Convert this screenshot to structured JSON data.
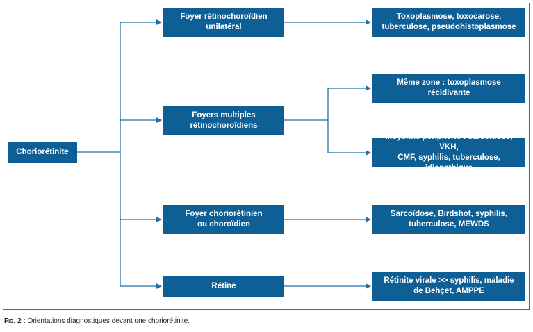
{
  "diagram": {
    "root": {
      "label": "Choriorétinite"
    },
    "level1": [
      {
        "label": "Foyer rétinochoroïdien\nunilatéral"
      },
      {
        "label": "Foyers multiples\nrétinochoroïdiens"
      },
      {
        "label": "Foyer choriorétinien\nou choroïdien"
      },
      {
        "label": "Rétine"
      }
    ],
    "level2": [
      {
        "label": "Toxoplasmose, toxocarose,\ntuberculose, pseudohistoplasmose"
      },
      {
        "label": "Même zone : toxoplasmose récidivante"
      },
      {
        "label": "Moyenne périphérie : sarcoïdose, VKH,\nCMF, syphilis, tuberculose, idiopathique"
      },
      {
        "label": "Sarcoïdose, Birdshot, syphilis,\ntuberculose, MEWDS"
      },
      {
        "label": "Rétinite virale >> syphilis, maladie\nde Behçet, AMPPE"
      }
    ],
    "colors": {
      "box": "#0f5f97",
      "line": "#1f6fa8",
      "text": "#ffffff"
    }
  },
  "caption": {
    "label": "Fig. 2 :",
    "text": " Orientations diagnostiques devant une choriorétinite."
  }
}
